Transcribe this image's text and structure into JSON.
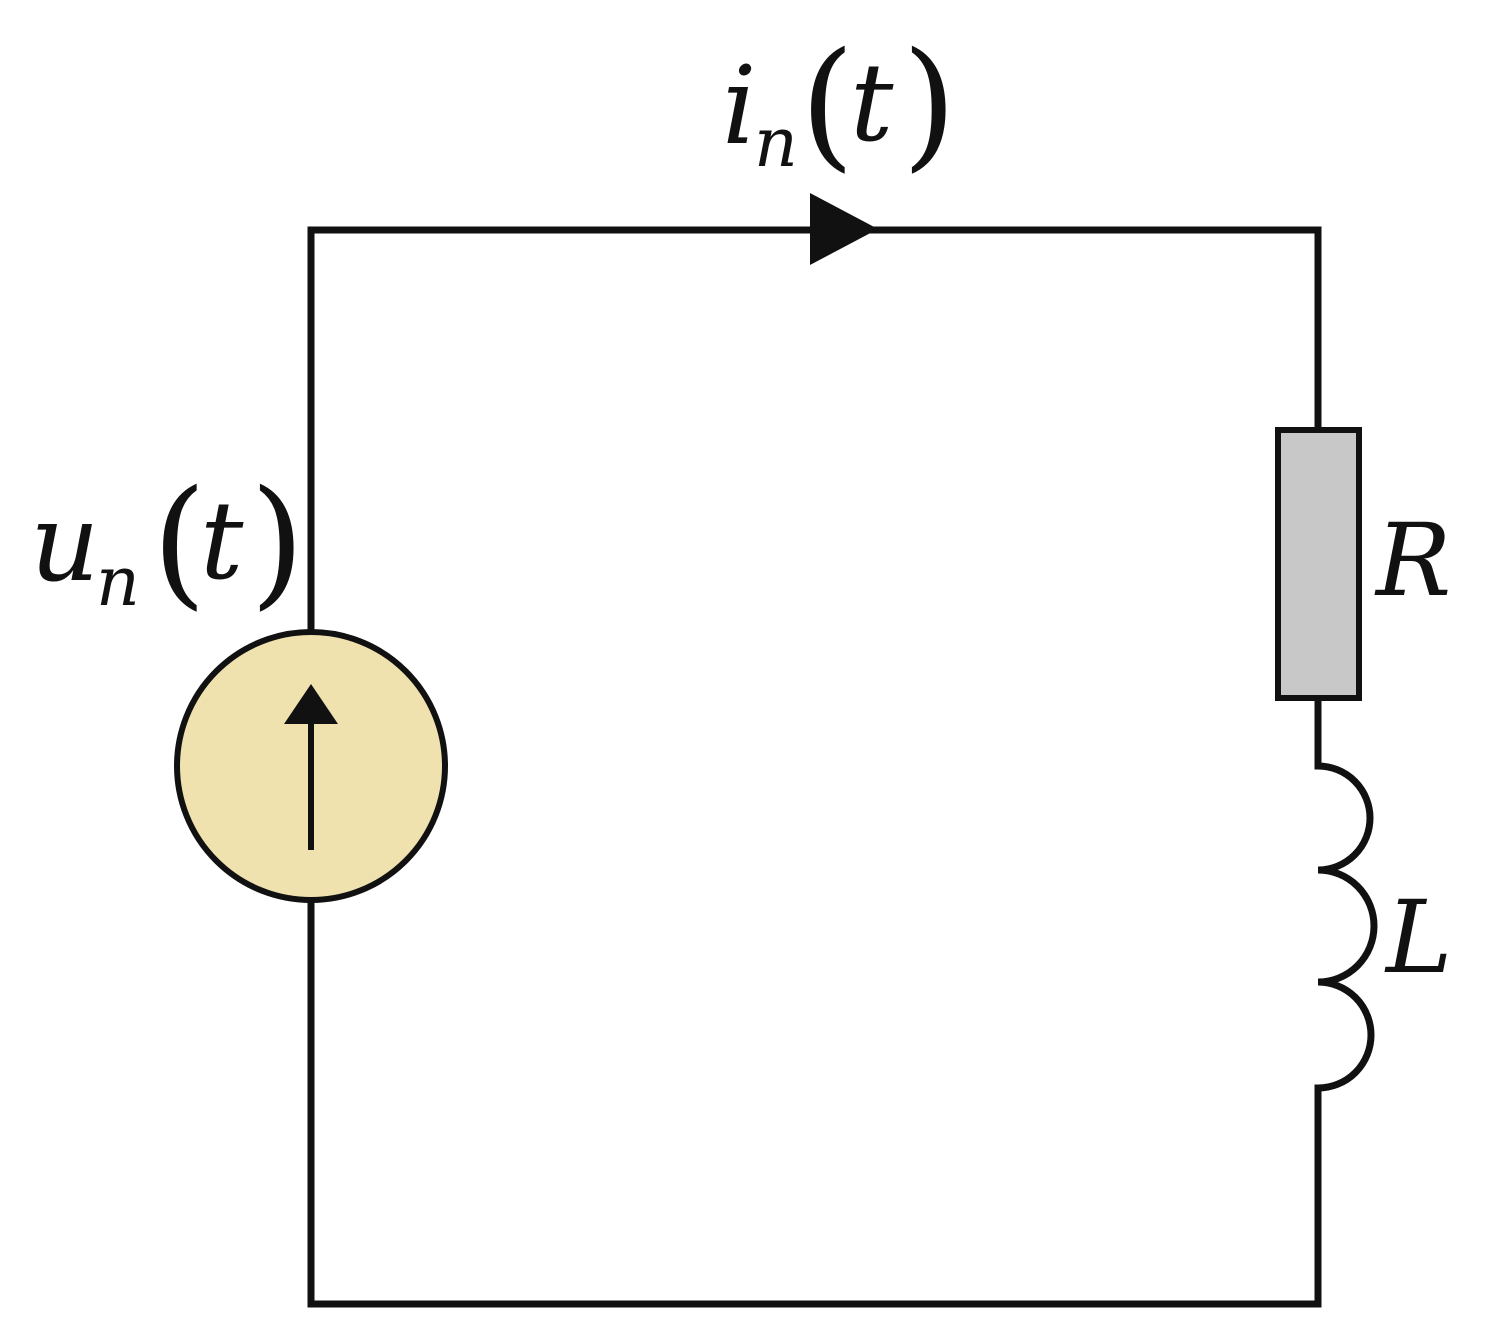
{
  "current": {
    "symbol": "i",
    "subscript": "n",
    "open_paren": "(",
    "argument": "t",
    "close_paren": ")"
  },
  "voltage": {
    "symbol": "u",
    "subscript": "n",
    "open_paren": "(",
    "argument": "t",
    "close_paren": ")"
  },
  "resistor": {
    "label": "R"
  },
  "inductor": {
    "label": "L"
  },
  "colors": {
    "wire": "#111111",
    "source_fill": "#efe2ae",
    "resistor_fill": "#c8c8c8",
    "background": "#ffffff"
  },
  "icons": {
    "source": "voltage-source-icon",
    "current_direction": "current-arrow-icon"
  }
}
